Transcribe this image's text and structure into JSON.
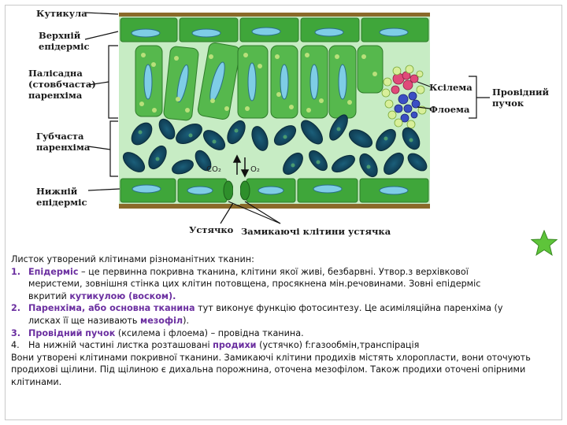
{
  "diagram": {
    "cuticle": "Кутикула",
    "upper_epidermis": "Верхній епідерміс",
    "palisade": "Палісадна (стовбчаста) паренхіма",
    "spongy": "Губчаста паренхіма",
    "lower_epidermis": "Нижній епідерміс",
    "xylem": "Ксілема",
    "phloem": "Флоема",
    "vascular_bundle": "Провідний пучок",
    "stoma": "Устячко",
    "guard_cells": "Замикаючі клітини устячка",
    "co2": "CO₂",
    "o2": "O₂"
  },
  "text": {
    "intro": "Листок утворений клітинами різноманітних тканин:",
    "item1": {
      "num": "1.",
      "term": "Епідерміс",
      "rest": " – це первинна покривна тканина, клітини якої живі, безбарвні. Утвор.з верхівкової",
      "cont1": "меристеми, зовнішня стінка цих клітин потовщена, просякнена мін.речовинами. Зовні епідерміс",
      "cont2a": "вкритий ",
      "cuticle": "кутикулою (воском).",
      "cont2b": ""
    },
    "item2": {
      "num": "2.",
      "term": "Паренхіма, або основна тканина",
      "rest": " тут виконує функцію фотосинтезу. Це асиміляційна паренхіма (у",
      "cont_a": "лисках її ще називають ",
      "mesophyll": "мезофіл",
      "cont_b": ")."
    },
    "item3": {
      "num": "3.",
      "term": "Провідний пучок",
      "rest": " (ксилема і флоема) – провідна тканина."
    },
    "item4": {
      "num": "4.",
      "a": "На нижній частині листка розташовані ",
      "stomata": "продихи",
      "b": " (устячко) f:газообмін,транспірація"
    },
    "closing": "Вони утворені клітинами покривної тканини. Замикаючі клітини продихів містять хлоропласти, вони оточують продихові щілини. Під щілиною є дихальна порожнина, оточена мезофілом. Також продихи оточені опірними клітинами."
  },
  "colors": {
    "highlight": "#6b2fa0",
    "epidermis": "#3fa63a",
    "xylem": "#e04a7a",
    "phloem": "#3b4fc4",
    "star": "#5ec43a"
  }
}
